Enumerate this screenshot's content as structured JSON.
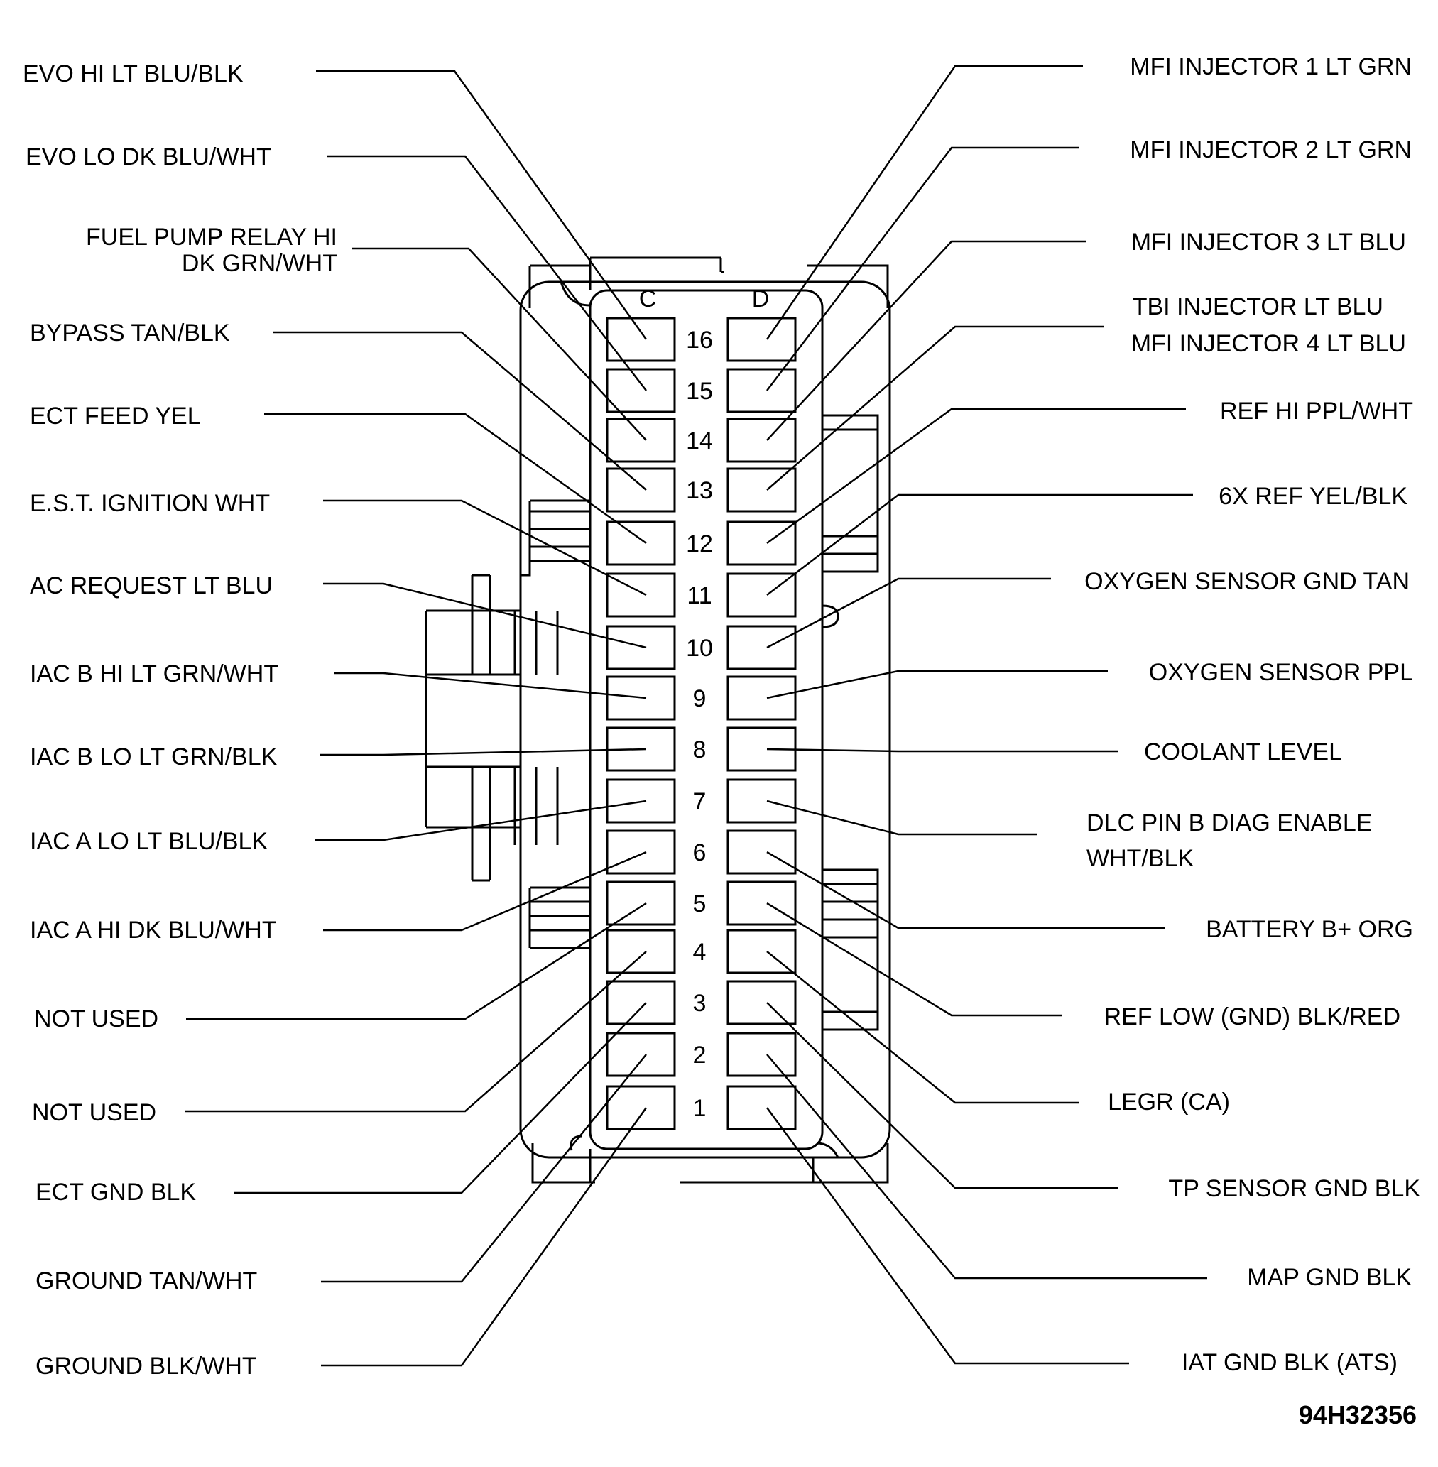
{
  "connector": {
    "columns": [
      "C",
      "D"
    ],
    "pins": [
      "1",
      "2",
      "3",
      "4",
      "5",
      "6",
      "7",
      "8",
      "9",
      "10",
      "11",
      "12",
      "13",
      "14",
      "15",
      "16"
    ]
  },
  "labels_c": [
    {
      "pin": 16,
      "lines": [
        "EVO HI  LT BLU/BLK"
      ]
    },
    {
      "pin": 15,
      "lines": [
        "EVO LO  DK BLU/WHT"
      ]
    },
    {
      "pin": 14,
      "lines": [
        "FUEL PUMP RELAY HI",
        "DK GRN/WHT"
      ]
    },
    {
      "pin": 13,
      "lines": [
        "BYPASS  TAN/BLK"
      ]
    },
    {
      "pin": 12,
      "lines": [
        "ECT FEED    YEL"
      ]
    },
    {
      "pin": 11,
      "lines": [
        "E.S.T. IGNITION  WHT"
      ]
    },
    {
      "pin": 10,
      "lines": [
        "AC REQUEST  LT BLU"
      ]
    },
    {
      "pin": 9,
      "lines": [
        "IAC B HI  LT GRN/WHT"
      ]
    },
    {
      "pin": 8,
      "lines": [
        "IAC B LO  LT GRN/BLK"
      ]
    },
    {
      "pin": 7,
      "lines": [
        "IAC A LO  LT BLU/BLK"
      ]
    },
    {
      "pin": 6,
      "lines": [
        "IAC A HI DK BLU/WHT"
      ]
    },
    {
      "pin": 5,
      "lines": [
        "NOT USED"
      ]
    },
    {
      "pin": 4,
      "lines": [
        "NOT USED"
      ]
    },
    {
      "pin": 3,
      "lines": [
        "ECT GND  BLK"
      ]
    },
    {
      "pin": 2,
      "lines": [
        "GROUND  TAN/WHT"
      ]
    },
    {
      "pin": 1,
      "lines": [
        "GROUND   BLK/WHT"
      ]
    }
  ],
  "labels_d": [
    {
      "pin": 16,
      "lines": [
        "MFI INJECTOR 1  LT GRN"
      ]
    },
    {
      "pin": 15,
      "lines": [
        "MFI INJECTOR  2  LT GRN"
      ]
    },
    {
      "pin": 14,
      "lines": [
        "MFI INJECTOR 3  LT BLU"
      ]
    },
    {
      "pin": 13,
      "lines": [
        "TBI INJECTOR  LT BLU",
        "MFI INJECTOR 4 LT BLU"
      ]
    },
    {
      "pin": 12,
      "lines": [
        "REF HI  PPL/WHT"
      ]
    },
    {
      "pin": 11,
      "lines": [
        "6X REF  YEL/BLK"
      ]
    },
    {
      "pin": 10,
      "lines": [
        "OXYGEN SENSOR GND TAN"
      ]
    },
    {
      "pin": 9,
      "lines": [
        "OXYGEN SENSOR  PPL"
      ]
    },
    {
      "pin": 8,
      "lines": [
        "COOLANT LEVEL"
      ]
    },
    {
      "pin": 7,
      "lines": [
        "DLC PIN B  DIAG ENABLE",
        "WHT/BLK"
      ]
    },
    {
      "pin": 6,
      "lines": [
        "BATTERY B+  ORG"
      ]
    },
    {
      "pin": 5,
      "lines": [
        "REF LOW (GND)  BLK/RED"
      ]
    },
    {
      "pin": 4,
      "lines": [
        "LEGR (CA)"
      ]
    },
    {
      "pin": 3,
      "lines": [
        "TP SENSOR GND   BLK"
      ]
    },
    {
      "pin": 2,
      "lines": [
        "MAP GND  BLK"
      ]
    },
    {
      "pin": 1,
      "lines": [
        "IAT GND  BLK (ATS)"
      ]
    }
  ],
  "figure_id": "94H32356"
}
